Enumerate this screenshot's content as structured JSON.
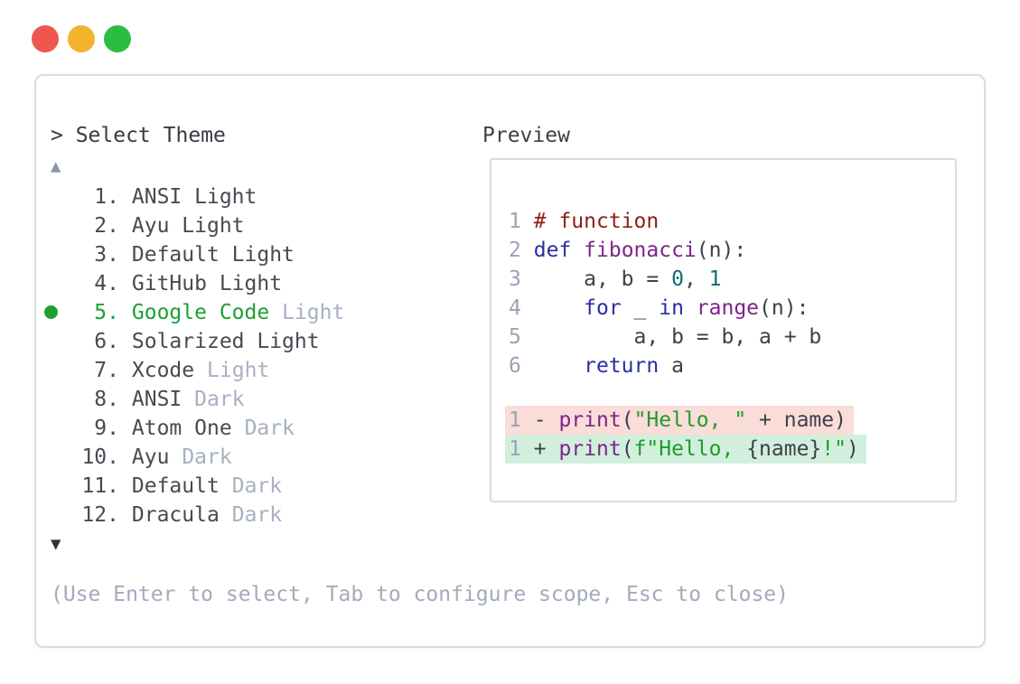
{
  "window_controls": {
    "buttons": [
      {
        "name": "close",
        "color": "#ee574f"
      },
      {
        "name": "minimize",
        "color": "#f3b32d"
      },
      {
        "name": "maximize",
        "color": "#2cbd40"
      }
    ]
  },
  "theme_picker": {
    "prompt": "> Select Theme",
    "scroll_up_symbol": "▲",
    "scroll_down_symbol": "▼",
    "items": [
      {
        "num": "1.",
        "name": "ANSI Light",
        "dim": "",
        "selected": false
      },
      {
        "num": "2.",
        "name": "Ayu Light",
        "dim": "",
        "selected": false
      },
      {
        "num": "3.",
        "name": "Default Light",
        "dim": "",
        "selected": false
      },
      {
        "num": "4.",
        "name": "GitHub Light",
        "dim": "",
        "selected": false
      },
      {
        "num": "5.",
        "name": "Google Code",
        "dim": "Light",
        "selected": true
      },
      {
        "num": "6.",
        "name": "Solarized Light",
        "dim": "",
        "selected": false
      },
      {
        "num": "7.",
        "name": "Xcode",
        "dim": "Light",
        "selected": false
      },
      {
        "num": "8.",
        "name": "ANSI",
        "dim": "Dark",
        "selected": false
      },
      {
        "num": "9.",
        "name": "Atom One",
        "dim": "Dark",
        "selected": false
      },
      {
        "num": "10.",
        "name": "Ayu",
        "dim": "Dark",
        "selected": false
      },
      {
        "num": "11.",
        "name": "Default",
        "dim": "Dark",
        "selected": false
      },
      {
        "num": "12.",
        "name": "Dracula",
        "dim": "Dark",
        "selected": false
      }
    ],
    "hint": "(Use Enter to select, Tab to configure scope, Esc to close)"
  },
  "preview": {
    "label": "Preview",
    "code_lines": [
      {
        "num": "1",
        "tokens": [
          {
            "t": "com",
            "s": "# function"
          }
        ]
      },
      {
        "num": "2",
        "tokens": [
          {
            "t": "kw",
            "s": "def"
          },
          {
            "t": "pl",
            "s": " "
          },
          {
            "t": "fn",
            "s": "fibonacci"
          },
          {
            "t": "pl",
            "s": "(n):"
          }
        ]
      },
      {
        "num": "3",
        "tokens": [
          {
            "t": "pl",
            "s": "    a, b = "
          },
          {
            "t": "num",
            "s": "0"
          },
          {
            "t": "pl",
            "s": ", "
          },
          {
            "t": "num",
            "s": "1"
          }
        ]
      },
      {
        "num": "4",
        "tokens": [
          {
            "t": "pl",
            "s": "    "
          },
          {
            "t": "kw",
            "s": "for"
          },
          {
            "t": "pl",
            "s": " _ "
          },
          {
            "t": "kw",
            "s": "in"
          },
          {
            "t": "pl",
            "s": " "
          },
          {
            "t": "fn",
            "s": "range"
          },
          {
            "t": "pl",
            "s": "(n):"
          }
        ]
      },
      {
        "num": "5",
        "tokens": [
          {
            "t": "pl",
            "s": "        a, b = b, a + b"
          }
        ]
      },
      {
        "num": "6",
        "tokens": [
          {
            "t": "pl",
            "s": "    "
          },
          {
            "t": "kw",
            "s": "return"
          },
          {
            "t": "pl",
            "s": " a"
          }
        ]
      }
    ],
    "diff_lines": [
      {
        "num": "1",
        "sign": "- ",
        "kind": "removed",
        "tokens": [
          {
            "t": "fn",
            "s": "print"
          },
          {
            "t": "pl",
            "s": "("
          },
          {
            "t": "str",
            "s": "\"Hello, \""
          },
          {
            "t": "pl",
            "s": " + name)"
          }
        ]
      },
      {
        "num": "1",
        "sign": "+ ",
        "kind": "added",
        "tokens": [
          {
            "t": "fn",
            "s": "print"
          },
          {
            "t": "pl",
            "s": "("
          },
          {
            "t": "str",
            "s": "f\"Hello, "
          },
          {
            "t": "pl",
            "s": "{name}"
          },
          {
            "t": "str",
            "s": "!\""
          },
          {
            "t": "pl",
            "s": ")"
          }
        ]
      }
    ]
  },
  "colors": {
    "selected_green": "#1da031",
    "dim_text": "#a7b0c0",
    "dark_text": "#3d4247",
    "line_number": "#9aa3b5",
    "keyword": "#2a2ea4",
    "function_name": "#7b2688",
    "number_literal": "#0f6e74",
    "string": "#1f9c2a",
    "comment": "#8f1f14",
    "diff_removed_bg": "#fadcd9",
    "diff_added_bg": "#d2efdd",
    "border": "#d9dce2"
  }
}
